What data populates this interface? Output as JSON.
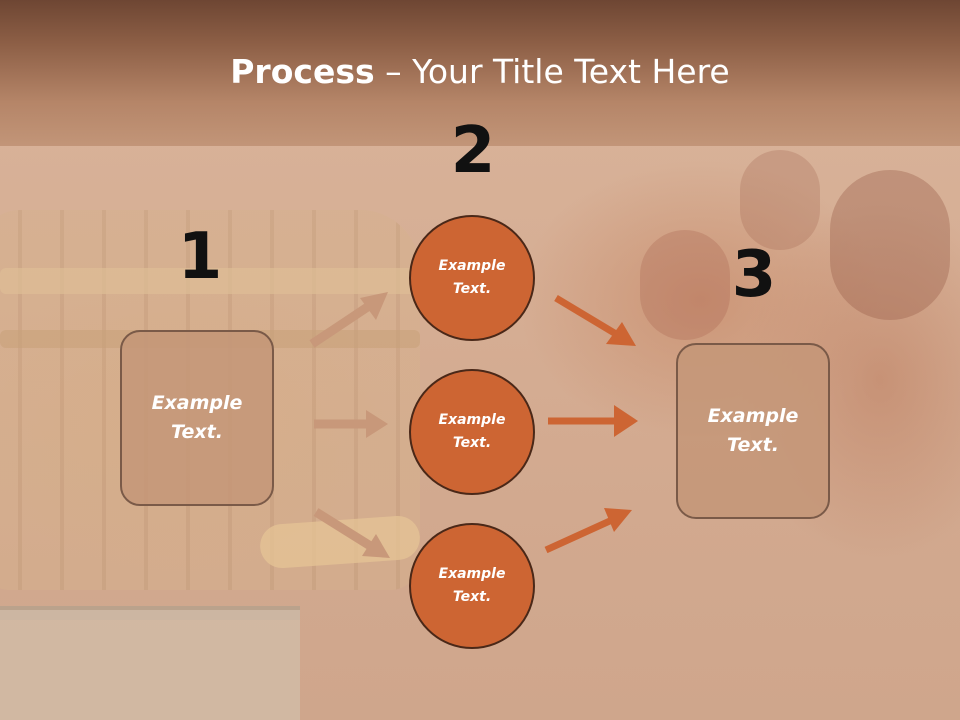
{
  "header": {
    "title_bold": "Process",
    "title_rest": " – Your Title Text Here"
  },
  "steps": {
    "one": {
      "number": "1",
      "box_line1": "Example",
      "box_line2": "Text."
    },
    "two": {
      "number": "2",
      "circles": [
        {
          "line1": "Example",
          "line2": "Text."
        },
        {
          "line1": "Example",
          "line2": "Text."
        },
        {
          "line1": "Example",
          "line2": "Text."
        }
      ]
    },
    "three": {
      "number": "3",
      "box_line1": "Example",
      "box_line2": "Text."
    }
  },
  "colors": {
    "header_dark": "#6e4633",
    "circle_fill": "#cd6533",
    "box_fill": "#c4967a",
    "arrow_light": "#c8987a",
    "arrow_dark": "#cd6533"
  }
}
